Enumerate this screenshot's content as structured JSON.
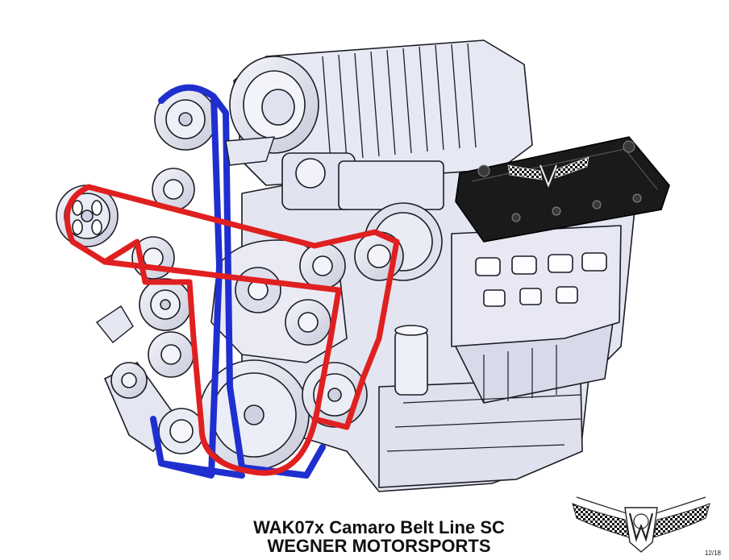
{
  "drawing": {
    "title": "WAK07x Camaro Belt Line SC",
    "company": "WEGNER MOTORSPORTS",
    "page": "12/18"
  },
  "colors": {
    "engine_fill": "#e4e6f2",
    "engine_line": "#1c1c24",
    "red_belt": "#e02020",
    "blue_belt": "#1f2fcf",
    "valve_cover": "#1a1a1a"
  },
  "icons": {
    "logo": "wegner-winged-wm-checkered-flags"
  }
}
